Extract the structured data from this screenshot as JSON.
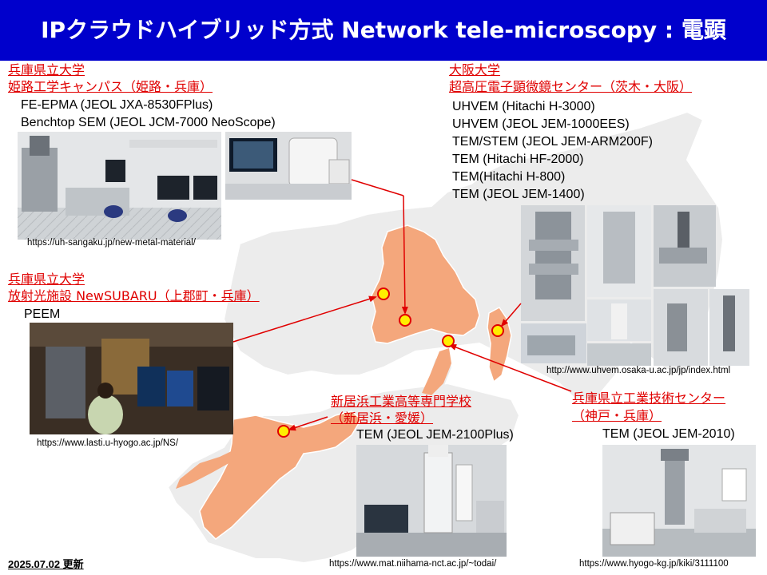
{
  "header": {
    "title": "IPクラウドハイブリッド方式 Network tele-microscopy : 電顕"
  },
  "sites": {
    "himeji": {
      "name_line1": "兵庫県立大学",
      "name_line2": "姫路工学キャンパス（姫路・兵庫）",
      "equipment": [
        "FE-EPMA (JEOL JXA-8530FPlus)",
        "Benchtop SEM (JEOL JCM-7000 NeoScope)"
      ],
      "url": "https://uh-sangaku.jp/new-metal-material/"
    },
    "newsubaru": {
      "name_line1": "兵庫県立大学",
      "name_line2": "放射光施設 NewSUBARU（上郡町・兵庫）",
      "equipment": [
        "PEEM"
      ],
      "url": "https://www.lasti.u-hyogo.ac.jp/NS/"
    },
    "osaka": {
      "name_line1": "大阪大学",
      "name_line2": "超高圧電子顕微鏡センター（茨木・大阪）",
      "equipment": [
        "UHVEM (Hitachi H-3000)",
        "UHVEM (JEOL JEM-1000EES)",
        "TEM/STEM (JEOL JEM-ARM200F)",
        "TEM (Hitachi HF-2000)",
        "TEM(Hitachi H-800)",
        "TEM (JEOL JEM-1400)"
      ],
      "url": "http://www.uhvem.osaka-u.ac.jp/jp/index.html"
    },
    "niihama": {
      "name_line1": "新居浜工業高等専門学校",
      "name_line2": "（新居浜・愛媛）",
      "equipment": [
        "TEM (JEOL JEM-2100Plus)"
      ],
      "url": "https://www.mat.niihama-nct.ac.jp/~todai/"
    },
    "kobe": {
      "name_line1": "兵庫県立工業技術センター",
      "name_line2": "（神戸・兵庫）",
      "equipment": [
        "TEM (JEOL JEM-2010)"
      ],
      "url": "https://www.hyogo-kg.jp/kiki/3111100"
    }
  },
  "footer": {
    "update": "2025.07.02 更新"
  },
  "colors": {
    "title_bg": "#0000cc",
    "site_name": "#e00000",
    "hyogo_fill": "#f4a77c",
    "land_fill": "#ececec",
    "marker": "#ffee00",
    "arrow": "#e00000"
  }
}
